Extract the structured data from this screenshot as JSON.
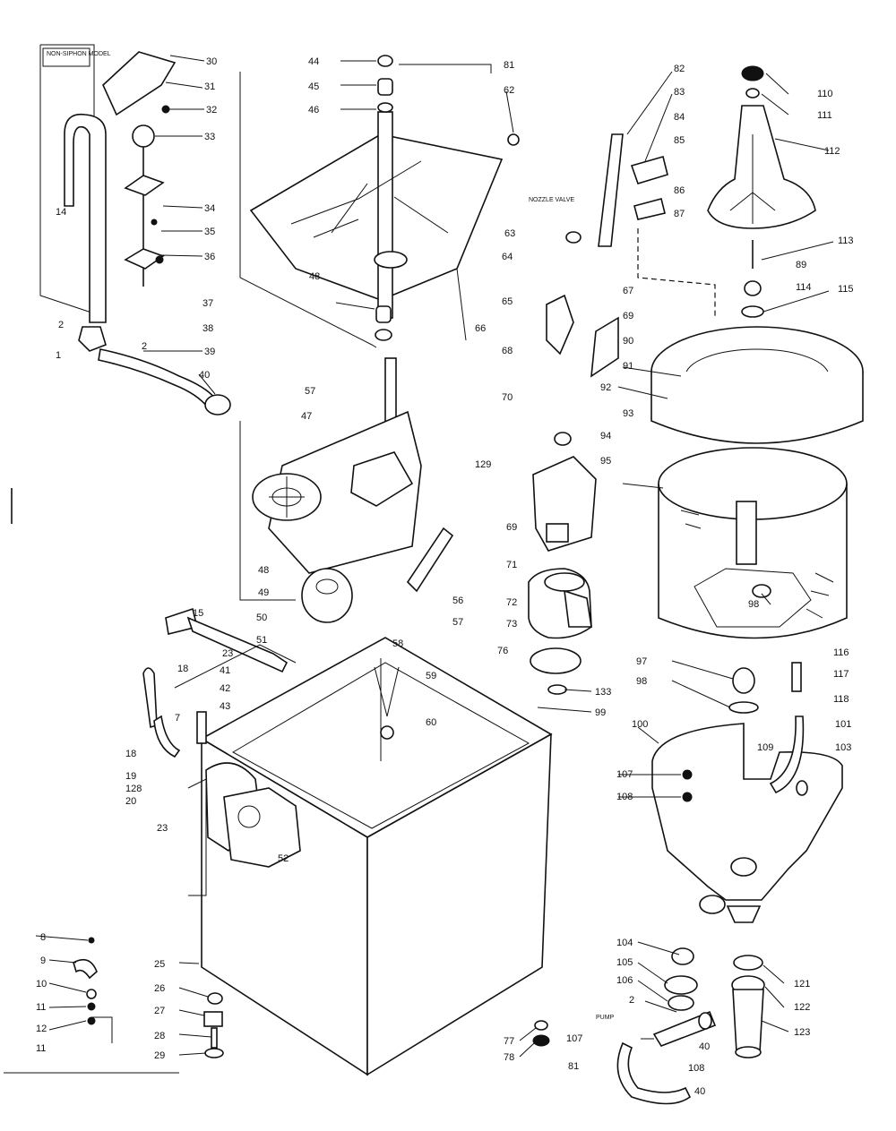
{
  "diagram": {
    "notes": {
      "non_siphon": "NON-SIPHON MODEL",
      "nozzle_valve": "NOZZLE VALVE",
      "pump": "PUMP"
    },
    "callouts": [
      "30",
      "31",
      "32",
      "33",
      "34",
      "35",
      "36",
      "14",
      "2",
      "1",
      "2",
      "39",
      "40",
      "44",
      "45",
      "46",
      "81",
      "82",
      "62",
      "83",
      "84",
      "85",
      "86",
      "87",
      "63",
      "110",
      "111",
      "112",
      "37",
      "38",
      "57",
      "48",
      "64",
      "65",
      "66",
      "67",
      "68",
      "69",
      "70",
      "113",
      "89",
      "114",
      "115",
      "90",
      "91",
      "92",
      "93",
      "47",
      "129",
      "94",
      "95",
      "48",
      "49",
      "50",
      "51",
      "58",
      "56",
      "57",
      "69",
      "71",
      "72",
      "73",
      "76",
      "98",
      "15",
      "23",
      "18",
      "41",
      "42",
      "43",
      "7",
      "59",
      "60",
      "97",
      "98",
      "133",
      "99",
      "100",
      "116",
      "117",
      "118",
      "101",
      "103",
      "109",
      "18",
      "19",
      "128",
      "20",
      "23",
      "52",
      "107",
      "108",
      "25",
      "26",
      "27",
      "28",
      "29",
      "8",
      "9",
      "10",
      "11",
      "12",
      "11",
      "104",
      "105",
      "106",
      "2",
      "107",
      "40",
      "108",
      "81",
      "40",
      "121",
      "122",
      "123",
      "77",
      "78"
    ],
    "colors": {
      "ink": "#111111",
      "paper": "#ffffff"
    }
  }
}
